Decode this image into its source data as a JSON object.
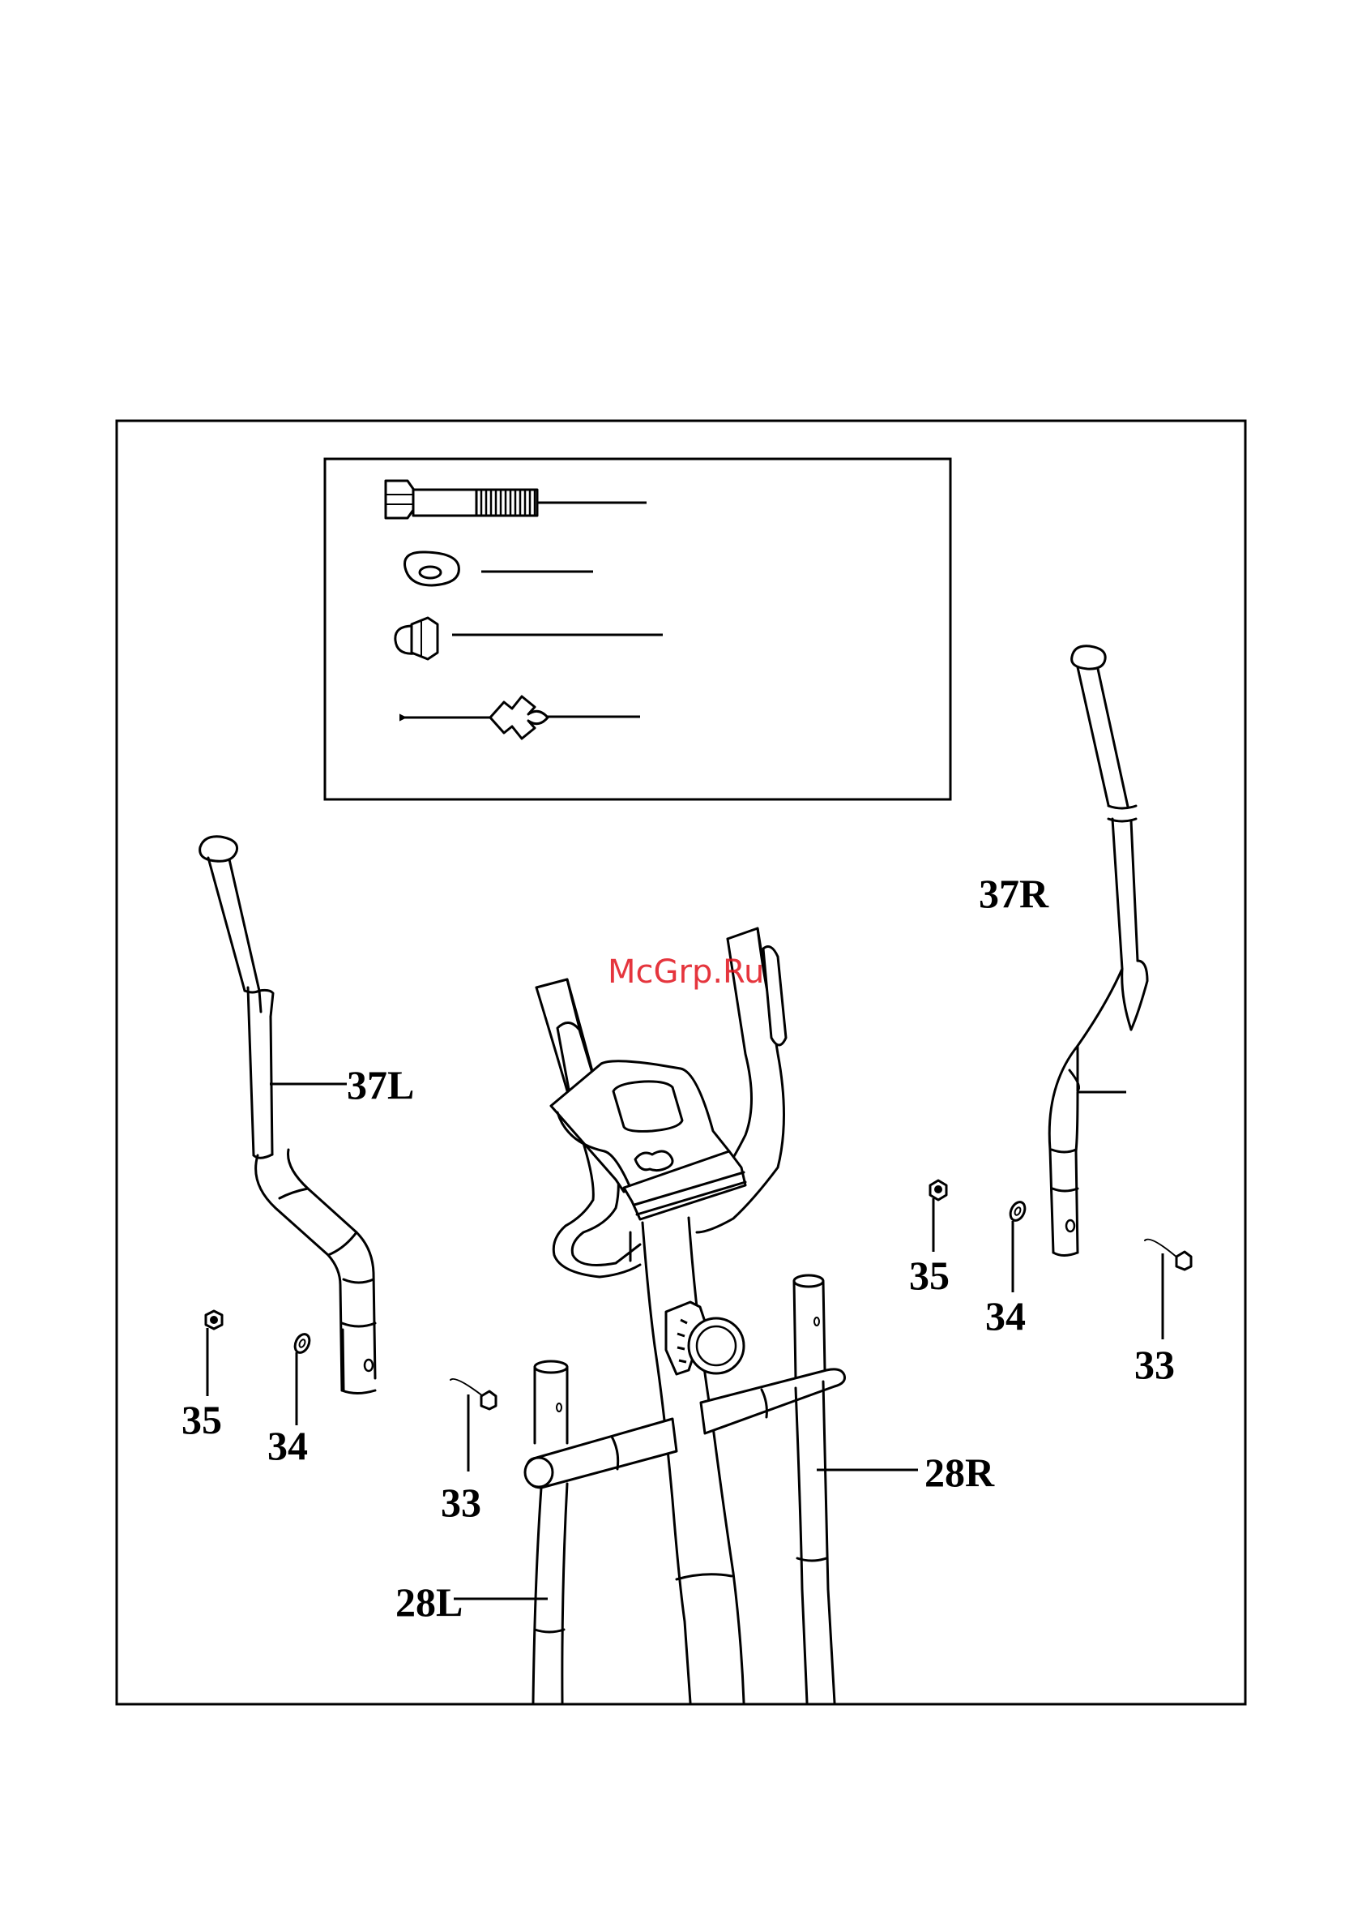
{
  "watermark": "McGrp.Ru",
  "callouts": {
    "c37L": "37L",
    "c37R": "37R",
    "c28L": "28L",
    "c28R": "28R",
    "c33a": "33",
    "c34a": "34",
    "c35a": "35",
    "c33b": "33",
    "c34b": "34",
    "c35b": "35"
  }
}
